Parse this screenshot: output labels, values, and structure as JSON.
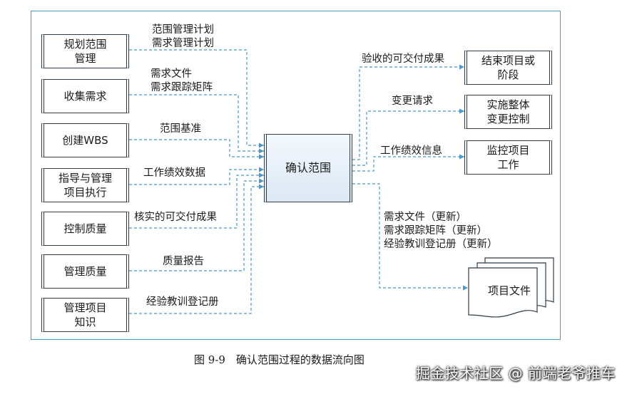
{
  "inputs": [
    {
      "process": "规划范围\n管理",
      "flow": "范围管理计划\n需求管理计划"
    },
    {
      "process": "收集需求",
      "flow": "需求文件\n需求跟踪矩阵"
    },
    {
      "process": "创建WBS",
      "flow": "范围基准"
    },
    {
      "process": "指导与管理\n项目执行",
      "flow": "工作绩效数据"
    },
    {
      "process": "控制质量",
      "flow": "核实的可交付成果"
    },
    {
      "process": "管理质量",
      "flow": "质量报告"
    },
    {
      "process": "管理项目\n知识",
      "flow": "经验教训登记册"
    }
  ],
  "center": {
    "process": "确认范围"
  },
  "outputs": [
    {
      "process": "结束项目或\n阶段",
      "flow": "验收的可交付成果"
    },
    {
      "process": "实施整体\n变更控制",
      "flow": "变更请求"
    },
    {
      "process": "监控项目\n工作",
      "flow": "工作绩效信息"
    }
  ],
  "document_output": {
    "flow": "需求文件（更新）\n需求跟踪矩阵（更新）\n经验教训登记册（更新）",
    "document": "项目文件"
  },
  "caption": "图 9-9　确认范围过程的数据流向图",
  "watermark": "掘金技术社区 @ 前端老爷推车",
  "colors": {
    "frame": "#4a98c9",
    "arrow": "#4a98c9",
    "box_border": "#2f3b45"
  }
}
